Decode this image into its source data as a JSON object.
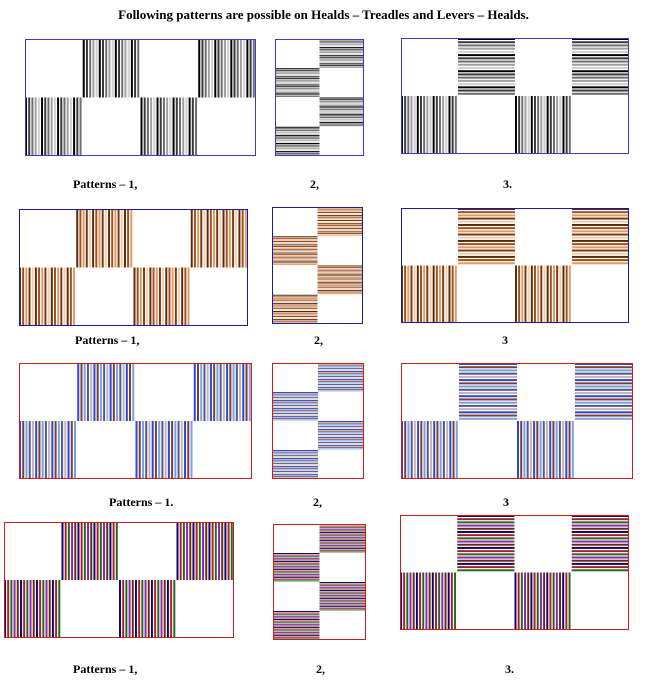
{
  "title": "Following patterns are possible on Healds – Treadles and Levers – Healds.",
  "rows": [
    {
      "captions": [
        "Patterns – 1,",
        "2,",
        "3."
      ],
      "border": "#3a3ac8",
      "colors": [
        "#000000",
        "#3a3a3a",
        "#6e6e6e",
        "#a0a0a0",
        "#cfcfcf"
      ]
    },
    {
      "captions": [
        "Patterns – 1,",
        "2,",
        "3"
      ],
      "border": "#1a1aa0",
      "colors": [
        "#5a2a0a",
        "#a0501e",
        "#e39a62",
        "#7a3812",
        "#f3cfae"
      ]
    },
    {
      "captions": [
        "Patterns – 1.",
        "2,",
        "3"
      ],
      "border": "#c81e1e",
      "colors": [
        "#2c47d8",
        "#7a4030",
        "#7aa0e8",
        "#4c5a90",
        "#c8b4ac"
      ]
    },
    {
      "captions": [
        "Patterns – 1,",
        "2,",
        "3."
      ],
      "border": "#c81e1e",
      "colors": [
        "#0a0a6a",
        "#b01c30",
        "#1e6a1e",
        "#8a28b0",
        "#6e2a10"
      ]
    }
  ]
}
